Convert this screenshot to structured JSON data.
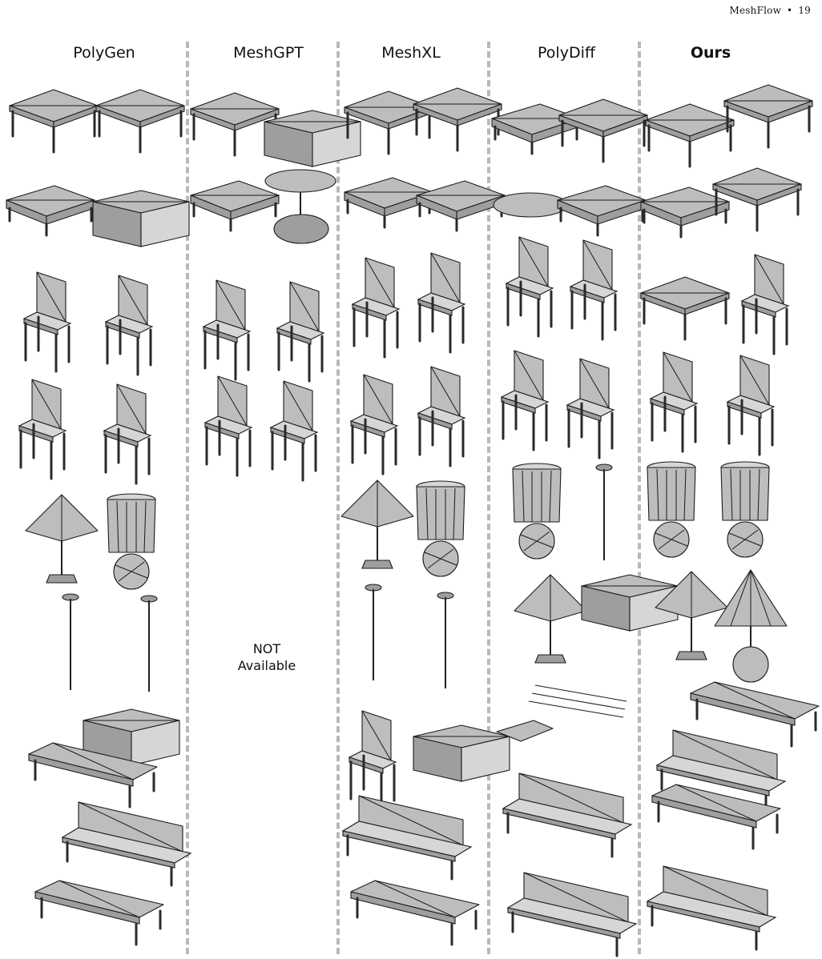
{
  "running_head": {
    "title": "MeshFlow",
    "separator": "•",
    "page_number": "19"
  },
  "columns": [
    {
      "label": "PolyGen"
    },
    {
      "label": "MeshGPT"
    },
    {
      "label": "MeshXL"
    },
    {
      "label": "PolyDiff"
    },
    {
      "label": "Ours"
    }
  ],
  "not_available": {
    "line1": "NOT",
    "line2": "Available"
  },
  "colors": {
    "mesh_fill": "#bdbdbd",
    "mesh_edge": "#1b1b1b",
    "divider": "#b9b9b9"
  },
  "categories_shown": [
    "table",
    "chair",
    "lamp",
    "bench"
  ]
}
